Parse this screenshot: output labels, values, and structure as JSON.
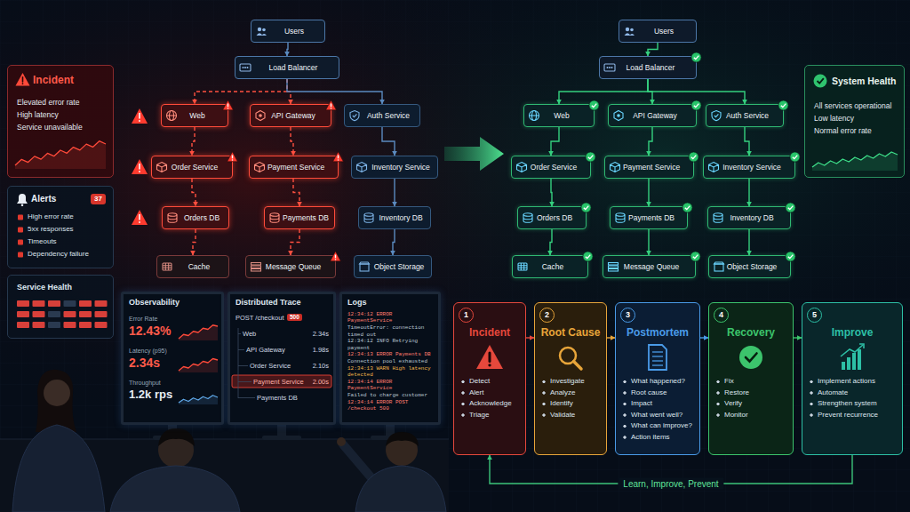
{
  "diagram": {
    "nodes": [
      {
        "text": [
          "Incident",
          "Elevated error rate",
          "High latency",
          "Service unavailable"
        ]
      },
      {
        "text": [
          "Alerts",
          "37",
          "High error rate",
          "5xx responses",
          "Timeouts",
          "Dependency failure"
        ]
      },
      {
        "text": [
          "Service Health"
        ]
      },
      {
        "text": [
          "Users"
        ]
      },
      {
        "text": [
          "Load Balancer"
        ]
      },
      {
        "text": [
          "Web"
        ]
      },
      {
        "text": [
          "API Gateway"
        ]
      },
      {
        "text": [
          "Auth Service"
        ]
      },
      {
        "text": [
          "Order Service"
        ]
      },
      {
        "text": [
          "Payment Service"
        ]
      },
      {
        "text": [
          "Inventory Service"
        ]
      },
      {
        "text": [
          "Orders DB"
        ]
      },
      {
        "text": [
          "Payments DB"
        ]
      },
      {
        "text": [
          "Inventory DB"
        ]
      },
      {
        "text": [
          "Cache"
        ]
      },
      {
        "text": [
          "Message Queue"
        ]
      },
      {
        "text": [
          "Object Storage"
        ]
      },
      {
        "text": [
          "Users"
        ]
      },
      {
        "text": [
          "Load Balancer"
        ]
      },
      {
        "text": [
          "Web"
        ]
      },
      {
        "text": [
          "API Gateway"
        ]
      },
      {
        "text": [
          "Auth Service"
        ]
      },
      {
        "text": [
          "Order Service"
        ]
      },
      {
        "text": [
          "Payment Service"
        ]
      },
      {
        "text": [
          "Inventory Service"
        ]
      },
      {
        "text": [
          "Orders DB"
        ]
      },
      {
        "text": [
          "Payments DB"
        ]
      },
      {
        "text": [
          "Inventory DB"
        ]
      },
      {
        "text": [
          "Cache"
        ]
      },
      {
        "text": [
          "Message Queue"
        ]
      },
      {
        "text": [
          "Object Storage"
        ]
      },
      {
        "text": [
          "System Health",
          "All services operational",
          "Low latency",
          "Normal error rate"
        ]
      },
      {
        "text": [
          "Observability",
          "Error Rate",
          "12.43%",
          "Latency (p95)",
          "2.34s",
          "Throughput",
          "1.2k rps"
        ]
      },
      {
        "text": [
          "Distributed Trace",
          "POST /checkout",
          "500",
          "Web",
          "2.34s",
          "API Gateway",
          "1.98s",
          "Order Service",
          "2.10s",
          "Payment Service",
          "2.00s",
          "Payments DB"
        ]
      },
      {
        "text": [
          "Logs",
          "12:34:12 ERROR PaymentService",
          "TimeoutError: connection timed out",
          "12:34:12 INFO Retrying payment",
          "12:34:13 ERROR Payments DB",
          "Connection pool exhausted",
          "12:34:13 WARN High latency detected",
          "12:34:14 ERROR PaymentService",
          "Failed to charge customer",
          "12:34:14 ERROR POST /checkout 500"
        ]
      },
      {
        "text": [
          "1",
          "Incident",
          "Detect",
          "Alert",
          "Acknowledge",
          "Triage"
        ]
      },
      {
        "text": [
          "2",
          "Root Cause",
          "Investigate",
          "Analyze",
          "Identify",
          "Validate"
        ]
      },
      {
        "text": [
          "3",
          "Postmortem",
          "What happened?",
          "Root cause",
          "Impact",
          "What went well?",
          "What can improve?",
          "Action items"
        ]
      },
      {
        "text": [
          "4",
          "Recovery",
          "Fix",
          "Restore",
          "Verify",
          "Monitor"
        ]
      },
      {
        "text": [
          "5",
          "Improve",
          "Implement actions",
          "Automate",
          "Strengthen system",
          "Prevent recurrence"
        ]
      }
    ],
    "edges": [
      {
        "from": 3,
        "to": 4,
        "arrow": "to"
      },
      {
        "from": 4,
        "to": 5,
        "arrow": "to"
      },
      {
        "from": 4,
        "to": 6,
        "arrow": "to"
      },
      {
        "from": 4,
        "to": 7,
        "arrow": "to"
      },
      {
        "from": 5,
        "to": 8,
        "arrow": "to"
      },
      {
        "from": 6,
        "to": 9,
        "arrow": "to"
      },
      {
        "from": 7,
        "to": 10,
        "arrow": "to"
      },
      {
        "from": 8,
        "to": 11,
        "arrow": "to"
      },
      {
        "from": 9,
        "to": 12,
        "arrow": "to"
      },
      {
        "from": 10,
        "to": 13,
        "arrow": "to"
      },
      {
        "from": 11,
        "to": 14,
        "arrow": "to"
      },
      {
        "from": 12,
        "to": 15,
        "arrow": "to"
      },
      {
        "from": 13,
        "to": 16,
        "arrow": "to"
      },
      {
        "from": 17,
        "to": 18,
        "arrow": "to"
      },
      {
        "from": 18,
        "to": 19,
        "arrow": "to"
      },
      {
        "from": 18,
        "to": 20,
        "arrow": "to"
      },
      {
        "from": 18,
        "to": 21,
        "arrow": "to"
      },
      {
        "from": 19,
        "to": 22,
        "arrow": "to"
      },
      {
        "from": 20,
        "to": 23,
        "arrow": "to"
      },
      {
        "from": 21,
        "to": 24,
        "arrow": "to"
      },
      {
        "from": 22,
        "to": 25,
        "arrow": "to"
      },
      {
        "from": 23,
        "to": 26,
        "arrow": "to"
      },
      {
        "from": 24,
        "to": 27,
        "arrow": "to"
      },
      {
        "from": 25,
        "to": 28,
        "arrow": "to"
      },
      {
        "from": 26,
        "to": 29,
        "arrow": "to"
      },
      {
        "from": 27,
        "to": 30,
        "arrow": "to"
      },
      {
        "from": 35,
        "to": 36,
        "arrow": "to"
      },
      {
        "from": 36,
        "to": 37,
        "arrow": "to"
      },
      {
        "from": 37,
        "to": 38,
        "arrow": "to"
      },
      {
        "from": 38,
        "to": 39,
        "arrow": "to"
      },
      {
        "from": 39,
        "to": 35,
        "label": "Learn, Improve, Prevent",
        "arrow": "to"
      }
    ]
  }
}
